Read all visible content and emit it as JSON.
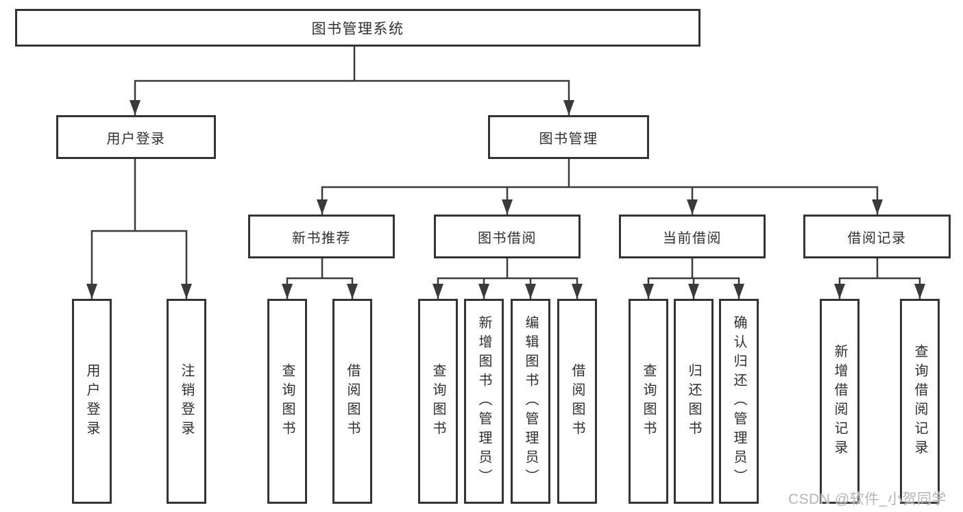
{
  "colors": {
    "line": "#3a3a3a",
    "box_border": "#333333",
    "box_fill": "#ffffff",
    "text": "#2f2f2f",
    "background": "#ffffff",
    "watermark": "#b5b5b5"
  },
  "watermark": {
    "text": "CSDN @软件_小贺同学"
  },
  "nodes": {
    "root": {
      "label": "图书管理系统"
    },
    "user_login": {
      "label": "用户登录"
    },
    "book_management": {
      "label": "图书管理"
    },
    "new_book_recommend": {
      "label": "新书推荐"
    },
    "book_borrow": {
      "label": "图书借阅"
    },
    "current_borrow": {
      "label": "当前借阅"
    },
    "borrow_record": {
      "label": "借阅记录"
    },
    "leaf_user_login": {
      "label": "用户登录"
    },
    "leaf_logout": {
      "label": "注销登录"
    },
    "leaf_query_book_a": {
      "label": "查询图书"
    },
    "leaf_borrow_book_a": {
      "label": "借阅图书"
    },
    "leaf_query_book_b": {
      "label": "查询图书"
    },
    "leaf_add_book": {
      "label": "新增图书（管理员）"
    },
    "leaf_edit_book": {
      "label": "编辑图书（管理员）"
    },
    "leaf_borrow_book_b": {
      "label": "借阅图书"
    },
    "leaf_query_book_c": {
      "label": "查询图书"
    },
    "leaf_return_book": {
      "label": "归还图书"
    },
    "leaf_confirm_return": {
      "label": "确认归还（管理员）"
    },
    "leaf_add_borrow_record": {
      "label": "新增借阅记录"
    },
    "leaf_query_borrow_record": {
      "label": "查询借阅记录"
    }
  }
}
